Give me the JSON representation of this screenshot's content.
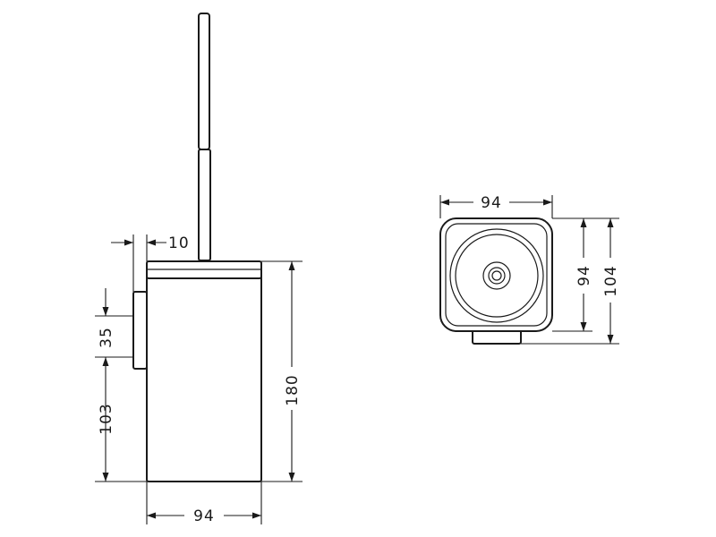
{
  "front_view": {
    "handle_offset": "10",
    "wall_plate_height": "35",
    "mount_height": "103",
    "total_height": "180",
    "width": "94"
  },
  "top_view": {
    "width": "94",
    "depth": "94",
    "depth_with_plate": "104"
  }
}
